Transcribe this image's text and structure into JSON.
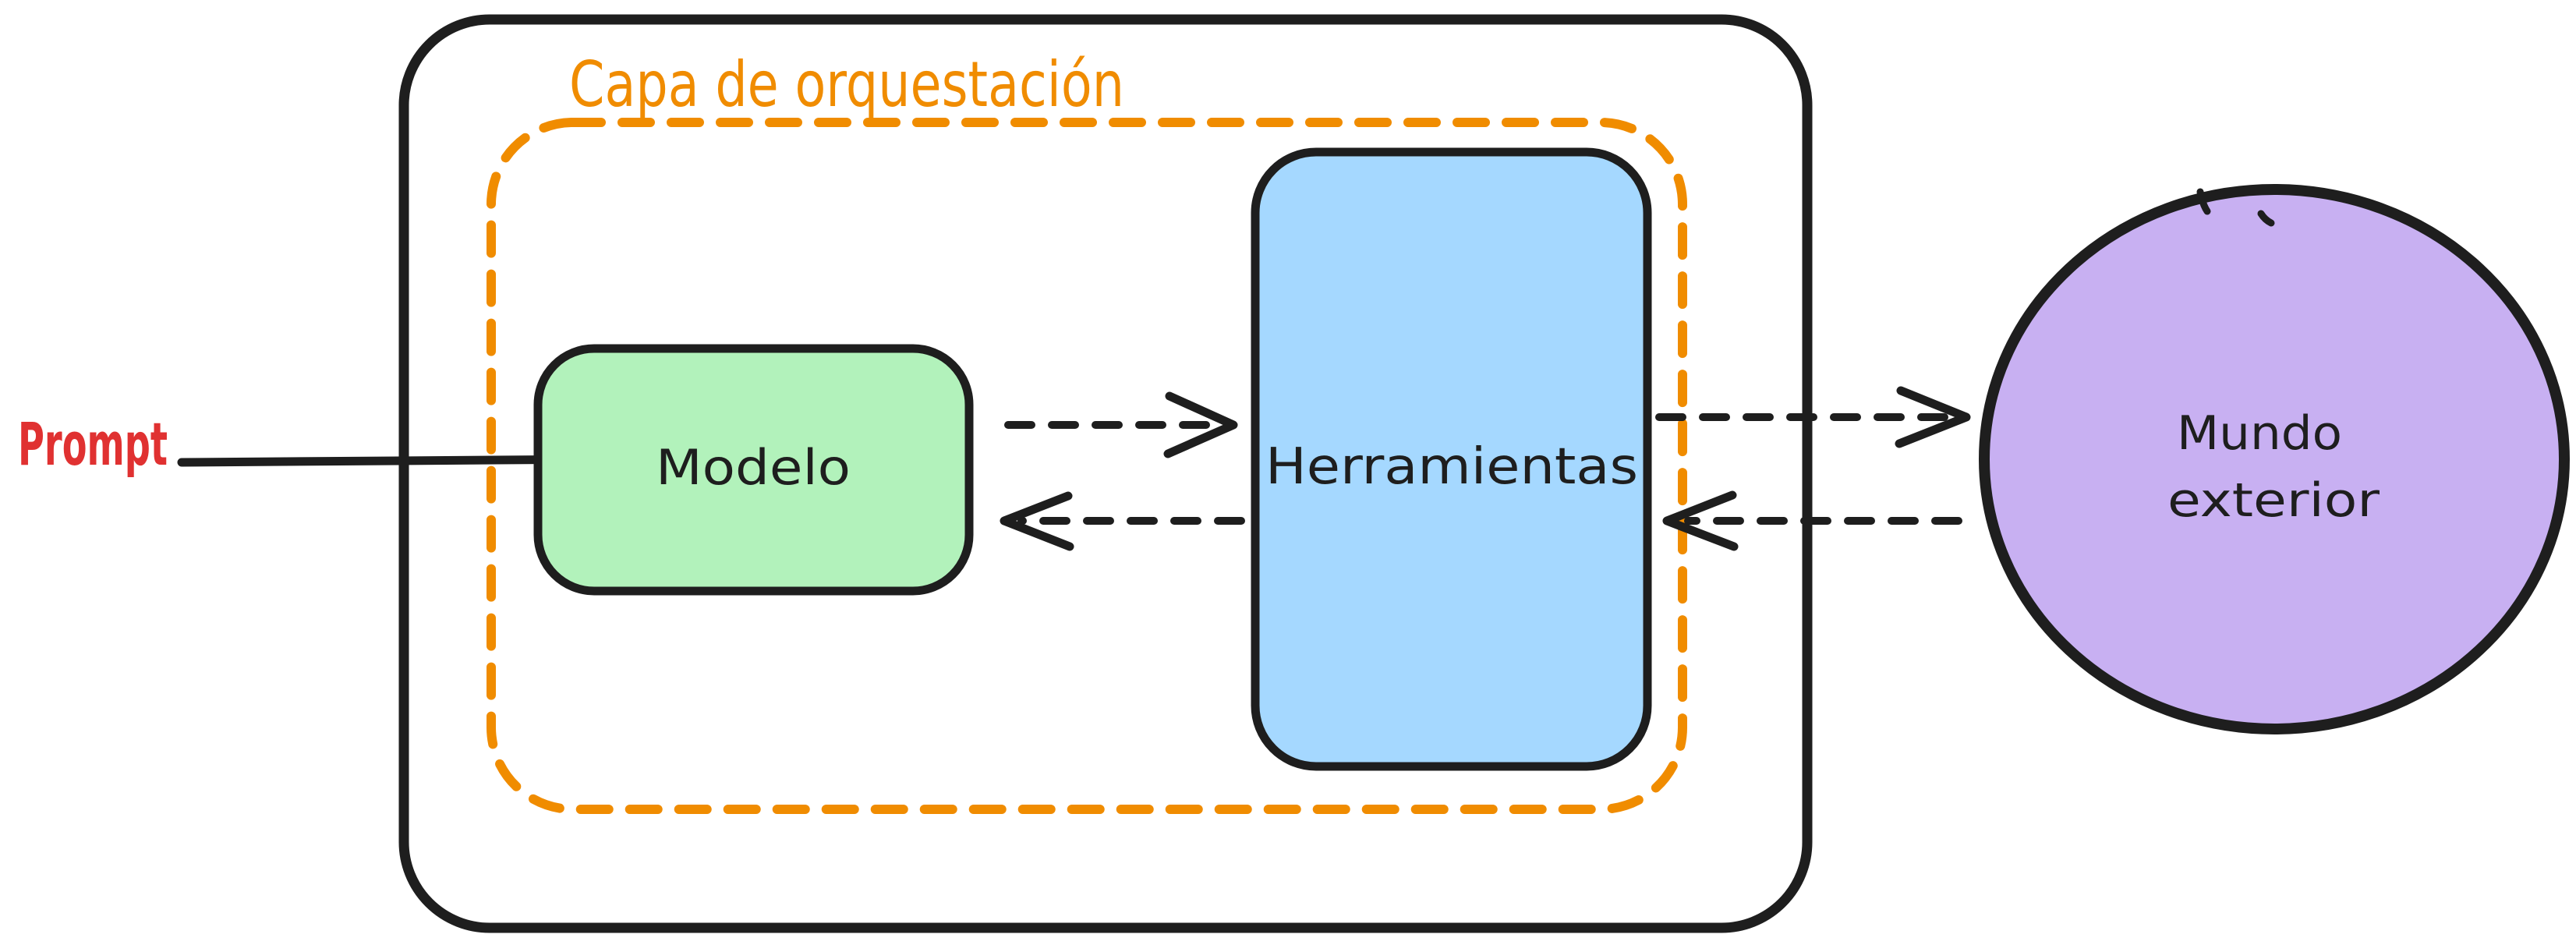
{
  "diagram": {
    "orchestration_layer_label": "Capa de orquestación",
    "prompt_label": "Prompt",
    "model_label": "Modelo",
    "tools_label": "Herramientas",
    "outside_world_label_line1": "Mundo",
    "outside_world_label_line2": "exterior"
  },
  "colors": {
    "stroke_black": "#1e1e1e",
    "orange": "#f08c00",
    "red": "#e03131",
    "green_fill": "#b2f2bb",
    "blue_fill": "#a5d8ff",
    "purple_fill": "#c8b0f2",
    "background": "#ffffff"
  }
}
